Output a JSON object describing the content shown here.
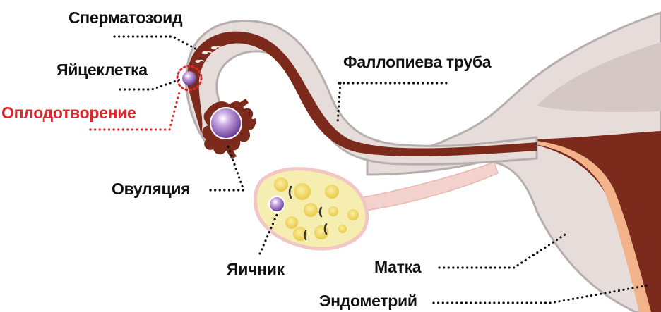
{
  "labels": {
    "sperm": "Сперматозоид",
    "egg": "Яйцеклетка",
    "fertilization": "Оплодотворение",
    "tube": "Фаллопиева труба",
    "ovulation": "Овуляция",
    "ovary": "Яичник",
    "uterus": "Матка",
    "endometrium": "Эндометрий"
  },
  "colors": {
    "tissue": "#e6dcda",
    "tissue_outline": "#b7aeae",
    "uterine_cavity": "#d4c7c6",
    "muscle": "#7b2a1c",
    "endometrium": "#f2b28a",
    "ovary": "#f6eeb0",
    "follicle": "#f1d85a",
    "ligament": "#f3d2cd",
    "egg": "#8e5ab6",
    "fertilization_accent": "#e0262d"
  }
}
